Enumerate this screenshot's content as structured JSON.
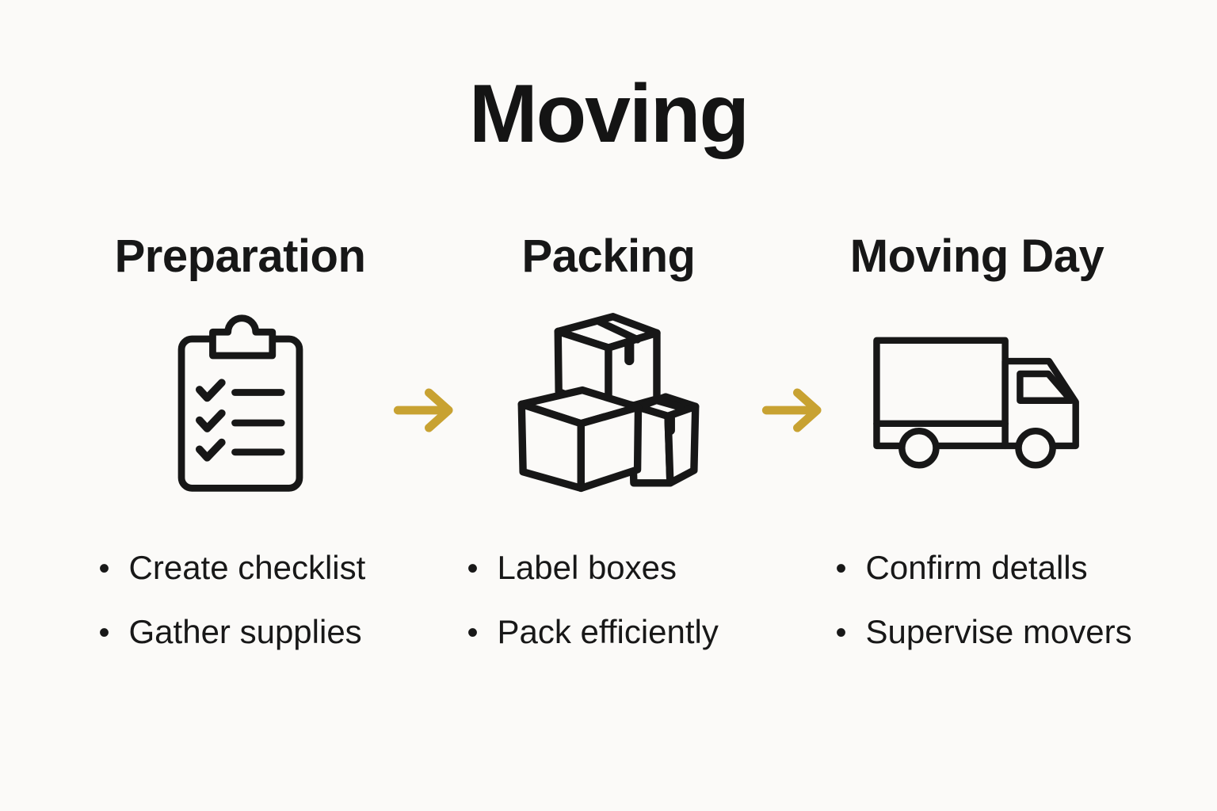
{
  "title": "Moving",
  "bullet_char": "•",
  "columns": [
    {
      "heading": "Preparation",
      "icon": "clipboard-checklist",
      "bullets": [
        "Create checklist",
        "Gather supplies"
      ]
    },
    {
      "heading": "Packing",
      "icon": "stacked-boxes",
      "bullets": [
        "Label boxes",
        "Pack efficiently"
      ]
    },
    {
      "heading": "Moving Day",
      "icon": "moving-truck",
      "bullets": [
        "Confirm detalls",
        "Supervise movers"
      ]
    }
  ],
  "colors": {
    "ink": "#161616",
    "accent_gold": "#C8A232",
    "background": "#FBFAF8"
  }
}
